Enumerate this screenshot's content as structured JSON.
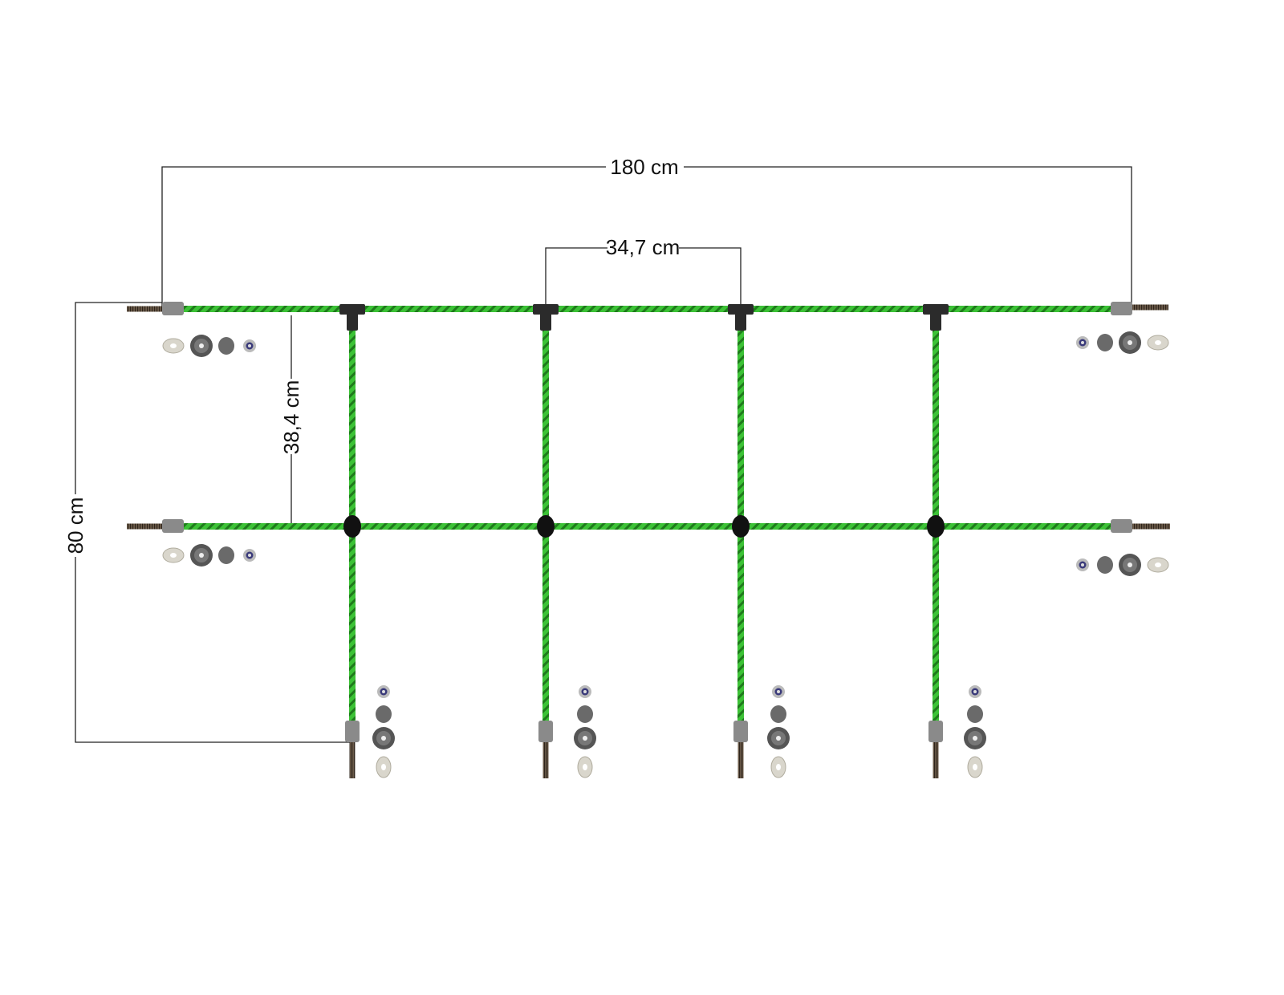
{
  "dimensions": {
    "overall_width": "180 cm",
    "vertical_spacing": "34,7 cm",
    "row_spacing": "38,4 cm",
    "overall_height": "80 cm"
  },
  "colors": {
    "rope": "#2fae2a",
    "rope_stripe": "#1d6e1a",
    "connector": "#2b2b2b",
    "ferrule": "#8a8a8a",
    "threaded_rod": "#5a4a3a"
  },
  "net": {
    "horizontal_ropes": 2,
    "vertical_ropes": 4
  }
}
